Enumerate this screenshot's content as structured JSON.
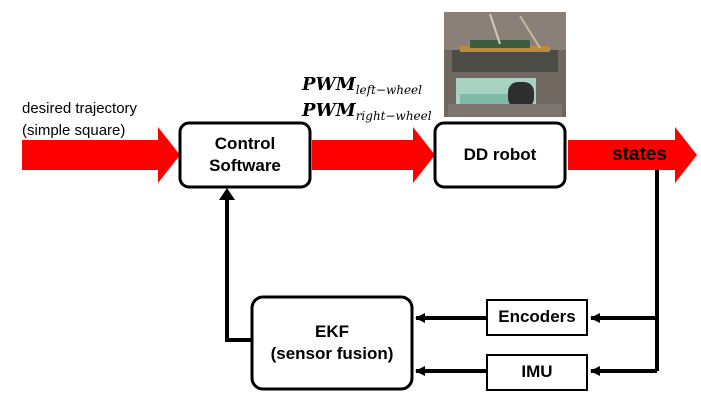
{
  "input": {
    "line1": "desired trajectory",
    "line2": "(simple square)"
  },
  "nodes": {
    "control": {
      "line1": "Control",
      "line2": "Software"
    },
    "robot": {
      "label": "DD robot"
    },
    "ekf": {
      "line1": "EKF",
      "line2": "(sensor fusion)"
    },
    "encoders": {
      "label": "Encoders"
    },
    "imu": {
      "label": "IMU"
    }
  },
  "pwm": {
    "left_main": "PWM",
    "left_sub": "left−wheel",
    "right_main": "PWM",
    "right_sub": "right−wheel"
  },
  "output": {
    "label": "states"
  },
  "colors": {
    "arrow_fill": "#ff0000",
    "line": "#000000",
    "box_border": "#000000"
  }
}
